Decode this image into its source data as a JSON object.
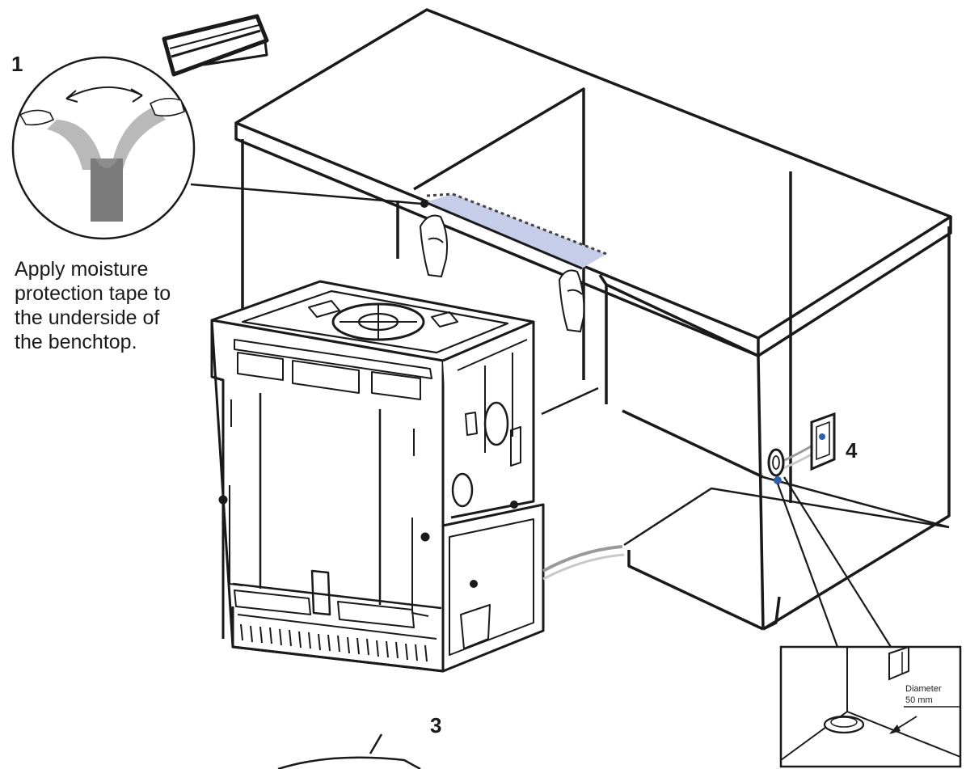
{
  "caption": {
    "lines": [
      "Apply moisture",
      "protection tape to",
      "the underside of",
      "the benchtop."
    ]
  },
  "steps": {
    "one": "1",
    "three": "3",
    "four": "4"
  },
  "detail": {
    "dimension_label": "Diameter",
    "dimension_value": "50 mm"
  },
  "colors": {
    "line": "#1a1a1a",
    "tape": "#c5cde9",
    "tape_dots": "#444444",
    "strip_dark": "#7a7a7a",
    "strip_light": "#b9b9b9",
    "socket_blue": "#2f5fae"
  }
}
